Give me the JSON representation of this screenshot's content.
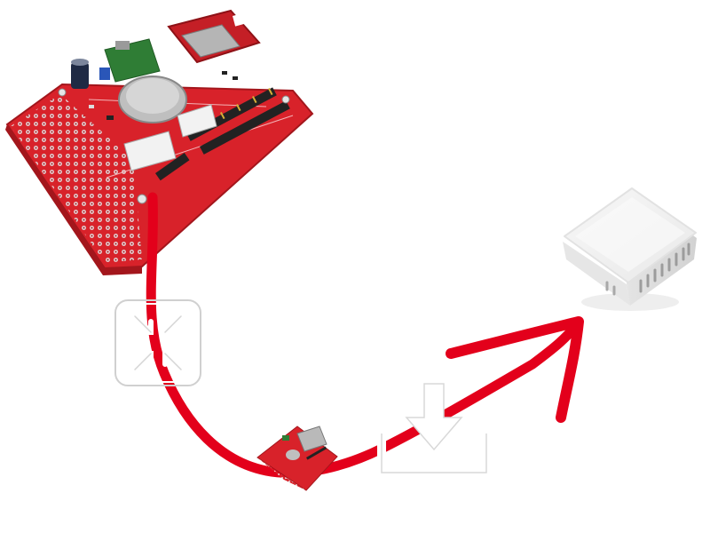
{
  "scene": {
    "description_items": [
      "large-pcb-board",
      "small-pcb-board",
      "sensor-enclosure",
      "red-arrow",
      "compress-icon",
      "download-icon"
    ],
    "colors": {
      "background": "#ffffff",
      "pcb_red": "#d8222a",
      "pcb_dark": "#a3161c",
      "pad_silver": "#d9d9d9",
      "arrow_red": "#e3001b",
      "enclosure_light": "#f2f2f2",
      "enclosure_shade": "#dcdcdc",
      "icon_white": "#ffffff",
      "icon_outline": "#cfcfcf"
    },
    "icons": [
      "compress-icon",
      "download-icon"
    ]
  }
}
